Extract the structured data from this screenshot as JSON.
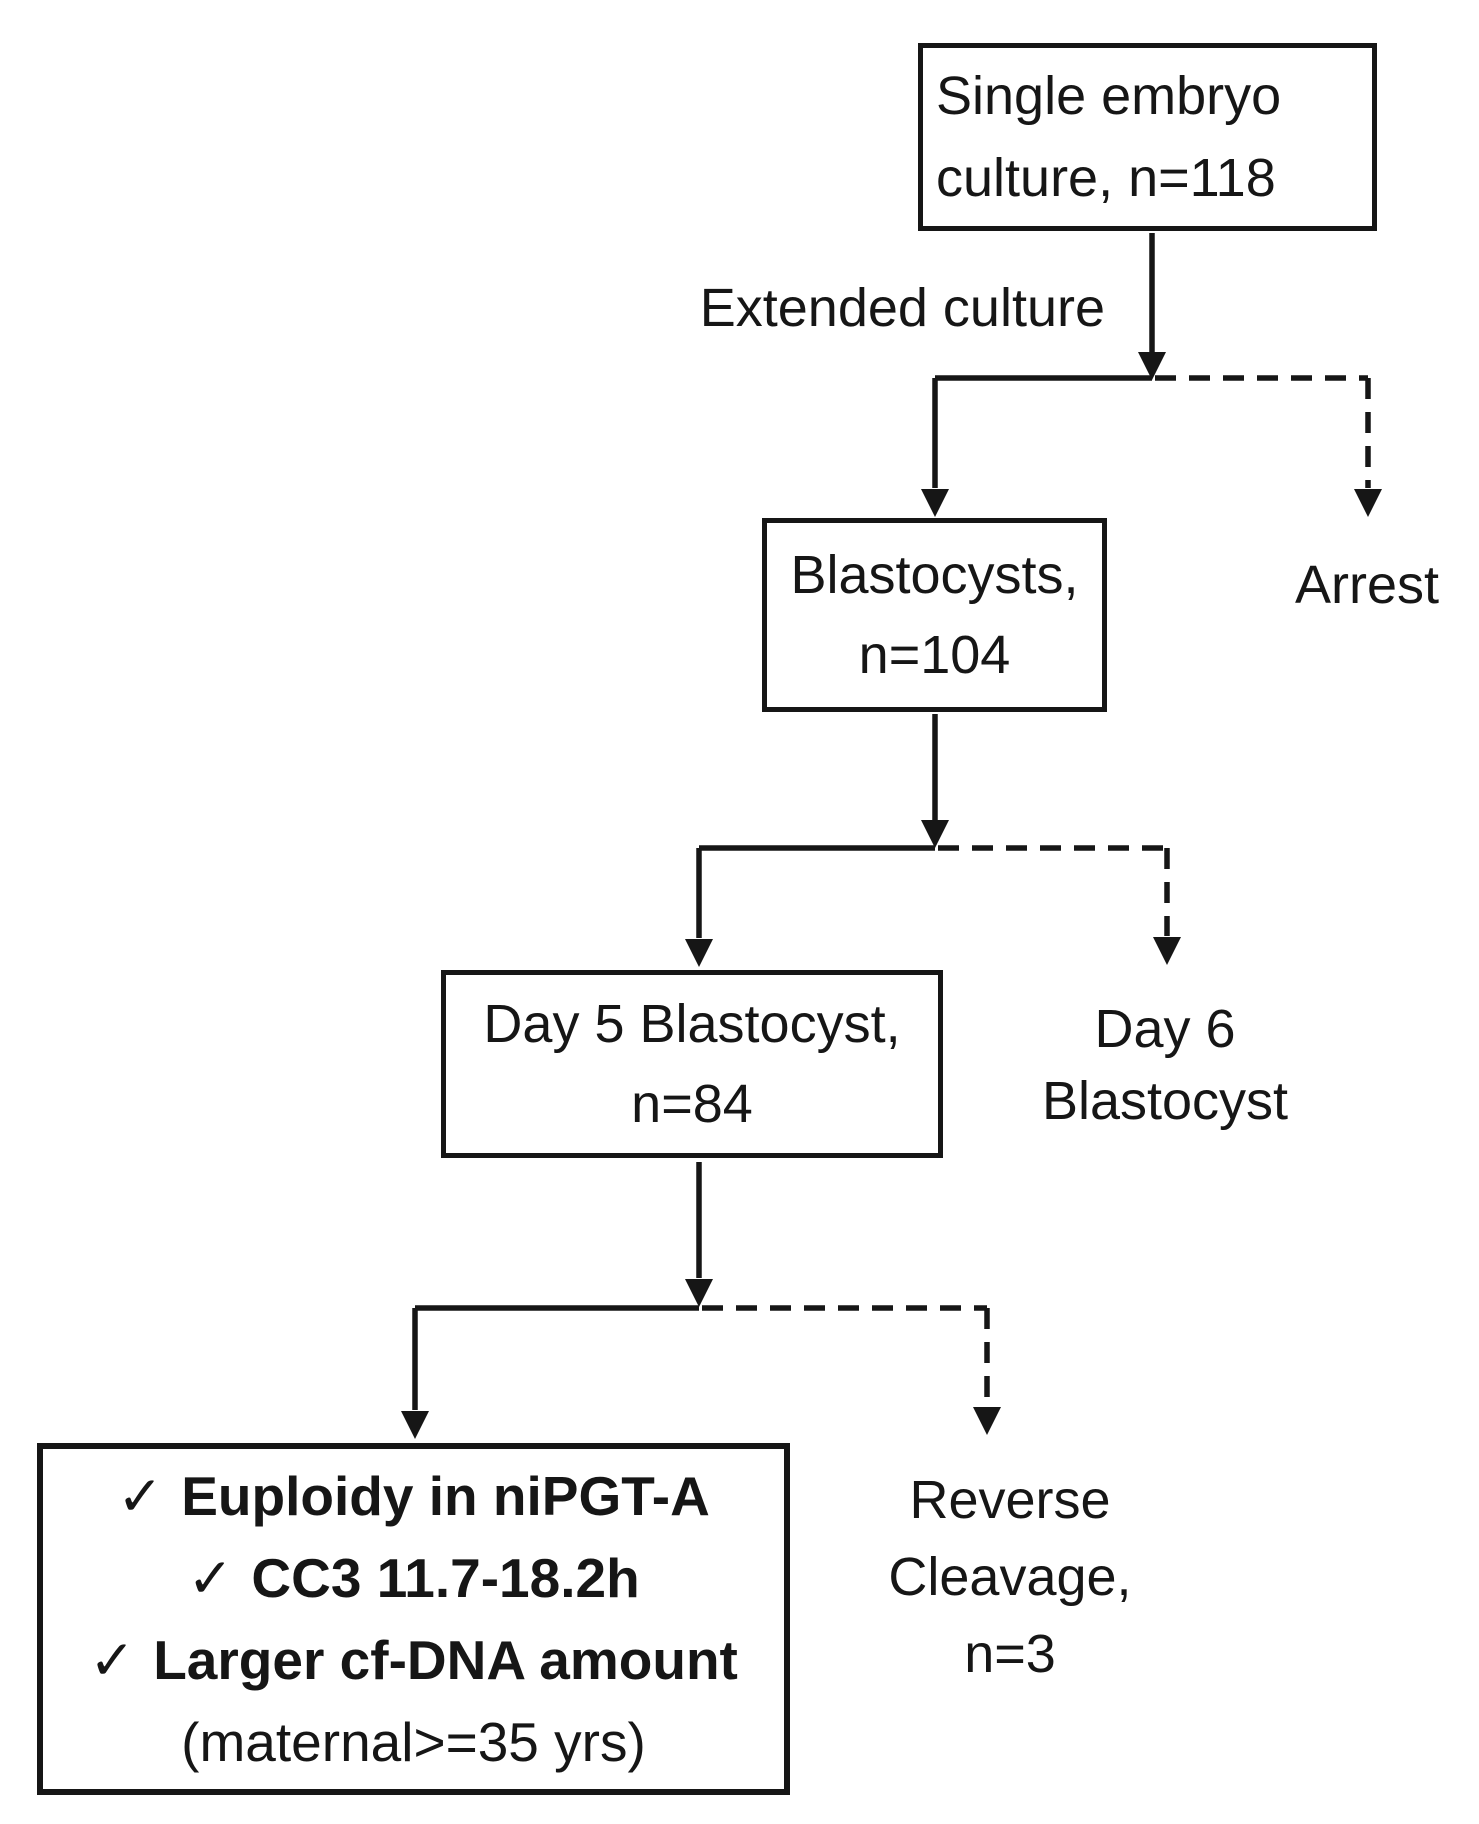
{
  "diagram": {
    "type": "flowchart",
    "background": "#ffffff",
    "ink_color": "#161616",
    "nodes": {
      "single_embryo": {
        "line1": "Single embryo",
        "line2": "culture, n=118"
      },
      "blastocysts": {
        "line1": "Blastocysts,",
        "line2": "n=104"
      },
      "day5_blastocyst": {
        "line1": "Day 5 Blastocyst,",
        "line2": "n=84"
      },
      "criteria": {
        "check_glyph": "✓",
        "item1": "Euploidy in niPGT-A",
        "item2": "CC3 11.7-18.2h",
        "item3": "Larger cf-DNA amount",
        "note": "(maternal>=35 yrs)"
      }
    },
    "labels": {
      "extended_culture": "Extended culture",
      "arrest": "Arrest",
      "day6": {
        "line1": "Day 6",
        "line2": "Blastocyst"
      },
      "reverse_cleavage": {
        "line1": "Reverse",
        "line2": "Cleavage,",
        "line3": "n=3"
      }
    },
    "edges": [
      {
        "from": "Single embryo culture, n=118",
        "to": "Blastocysts, n=104",
        "style": "solid",
        "label": "Extended culture"
      },
      {
        "from": "Single embryo culture, n=118",
        "to": "Arrest",
        "style": "dashed"
      },
      {
        "from": "Blastocysts, n=104",
        "to": "Day 5 Blastocyst, n=84",
        "style": "solid"
      },
      {
        "from": "Blastocysts, n=104",
        "to": "Day 6 Blastocyst",
        "style": "dashed"
      },
      {
        "from": "Day 5 Blastocyst, n=84",
        "to": "Criteria box",
        "style": "solid"
      },
      {
        "from": "Day 5 Blastocyst, n=84",
        "to": "Reverse Cleavage, n=3",
        "style": "dashed"
      }
    ]
  }
}
